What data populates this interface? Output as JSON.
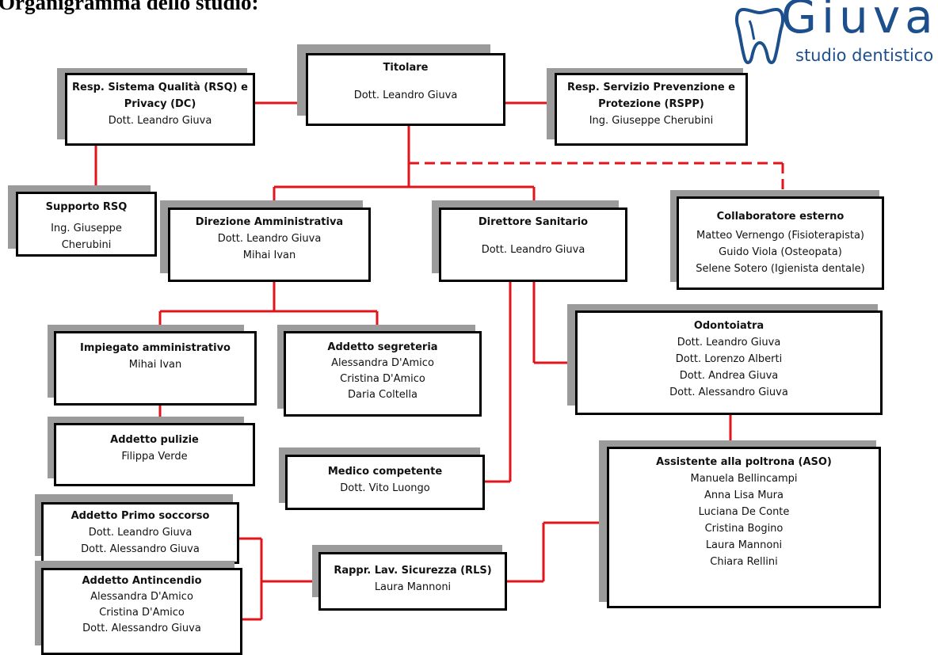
{
  "page_title": "Organigramma dello studio:",
  "logo": {
    "name": "Giuva",
    "subtitle": "studio dentistico"
  },
  "nodes": {
    "titolare": {
      "title": "Titolare",
      "people": [
        "Dott. Leandro Giuva"
      ]
    },
    "rsq": {
      "title_lines": [
        "Resp. Sistema Qualità (RSQ) e",
        "Privacy (DC)"
      ],
      "people": [
        "Dott. Leandro Giuva"
      ]
    },
    "rspp": {
      "title_lines": [
        "Resp. Servizio Prevenzione e",
        "Protezione (RSPP)"
      ],
      "people": [
        "Ing. Giuseppe Cherubini"
      ]
    },
    "supporto_rsq": {
      "title": "Supporto RSQ",
      "people": [
        "Ing. Giuseppe",
        "Cherubini"
      ]
    },
    "direzione_amministrativa": {
      "title": "Direzione Amministrativa",
      "people": [
        "Dott. Leandro Giuva",
        "Mihai Ivan"
      ]
    },
    "direttore_sanitario": {
      "title": "Direttore Sanitario",
      "people": [
        "Dott. Leandro Giuva"
      ]
    },
    "collaboratore_esterno": {
      "title": "Collaboratore esterno",
      "people": [
        "Matteo Vernengo (Fisioterapista)",
        "Guido Viola (Osteopata)",
        "Selene Sotero (Igienista dentale)"
      ]
    },
    "impiegato_amministrativo": {
      "title": "Impiegato amministrativo",
      "people": [
        "Mihai Ivan"
      ]
    },
    "addetto_segreteria": {
      "title": "Addetto segreteria",
      "people": [
        "Alessandra D'Amico",
        "Cristina D'Amico",
        "Daria Coltella"
      ]
    },
    "odontoiatra": {
      "title": "Odontoiatra",
      "people": [
        "Dott. Leandro Giuva",
        "Dott. Lorenzo Alberti",
        "Dott. Andrea Giuva",
        "Dott. Alessandro Giuva"
      ]
    },
    "addetto_pulizie": {
      "title": "Addetto pulizie",
      "people": [
        "Filippa Verde"
      ]
    },
    "medico_competente": {
      "title": "Medico competente",
      "people": [
        "Dott. Vito Luongo"
      ]
    },
    "aso": {
      "title": "Assistente alla poltrona (ASO)",
      "people": [
        "Manuela Bellincampi",
        "Anna Lisa Mura",
        "Luciana De Conte",
        "Cristina Bogino",
        "Laura Mannoni",
        "Chiara Rellini"
      ]
    },
    "primo_soccorso": {
      "title": "Addetto Primo soccorso",
      "people": [
        "Dott. Leandro Giuva",
        "Dott. Alessandro Giuva"
      ]
    },
    "rls": {
      "title": "Rappr. Lav. Sicurezza (RLS)",
      "people": [
        "Laura Mannoni"
      ]
    },
    "antincendio": {
      "title": "Addetto Antincendio",
      "people": [
        "Alessandra D'Amico",
        "Cristina D'Amico",
        "Dott. Alessandro Giuva"
      ]
    }
  },
  "colors": {
    "connector": "#e0141a",
    "border": "#000000",
    "shadow": "#9b9b9b",
    "logo": "#1c4f8c"
  }
}
